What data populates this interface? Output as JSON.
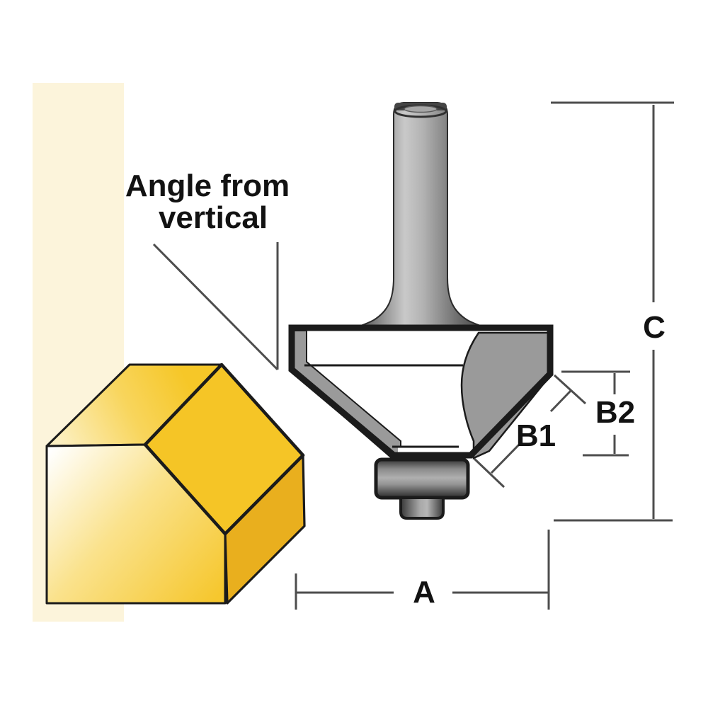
{
  "figure": {
    "callout": {
      "line1": "Angle from",
      "line2": "vertical"
    },
    "dims": {
      "a": "A",
      "b1": "B1",
      "b2": "B2",
      "c": "C"
    },
    "colors": {
      "background": "#FFFFFF",
      "stripe": "#FCF4DB",
      "wood_yellow": "#F6C728",
      "wood_chamfer": "#F5C526",
      "wood_shadow": "#E9AF1E",
      "steel_gray": "#9A9A9A",
      "outline": "#1B1B1B",
      "dim_line": "#4D4D4D",
      "label_text": "#121212"
    }
  }
}
